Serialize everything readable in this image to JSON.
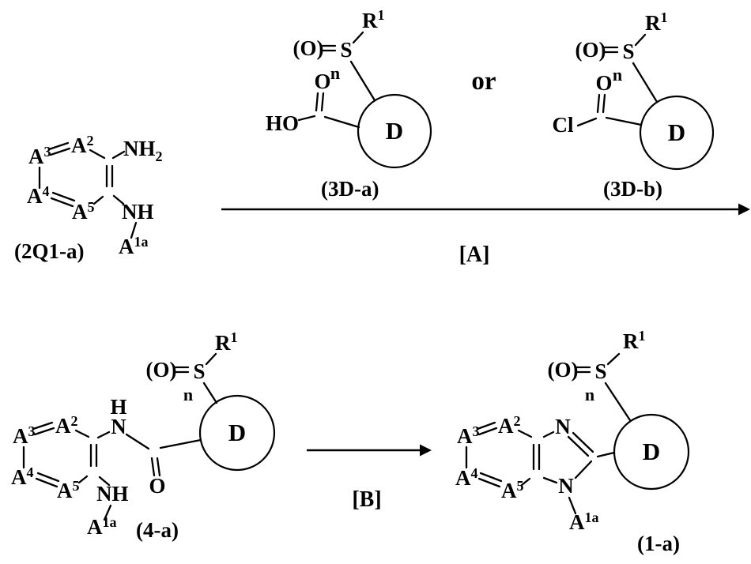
{
  "colors": {
    "ink": "#000000",
    "background": "#ffffff"
  },
  "atoms": {
    "A": "A",
    "sup1": "1",
    "sup2": "2",
    "sup3": "3",
    "sup4": "4",
    "sup5": "5",
    "sup1a": "1a",
    "NH": "NH",
    "sub2": "2",
    "N": "N",
    "H": "H",
    "O_paren": "(O)",
    "S": "S",
    "n": "n",
    "R": "R",
    "O": "O",
    "HO": "HO",
    "Cl": "Cl",
    "D": "D"
  },
  "text": {
    "or": "or",
    "step_a": "[A]",
    "step_b": "[B]"
  },
  "captions": {
    "compound_2q1a": "(2Q1-a)",
    "compound_3da": "(3D-a)",
    "compound_3db": "(3D-b)",
    "compound_4a": "(4-a)",
    "compound_1a": "(1-a)"
  }
}
